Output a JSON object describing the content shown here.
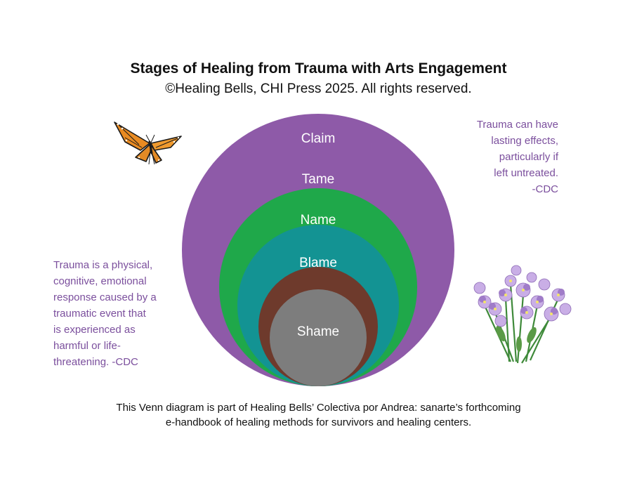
{
  "header": {
    "title": "Stages of Healing from Trauma with Arts Engagement",
    "subtitle": "©Healing Bells, CHI Press 2025. All rights reserved."
  },
  "diagram": {
    "stages": [
      {
        "label": "Claim",
        "color": "#8e5aa8"
      },
      {
        "label": "Tame",
        "color": "#1fa84a"
      },
      {
        "label": "Name",
        "color": "#139393"
      },
      {
        "label": "Blame",
        "color": "#6e3a2c"
      },
      {
        "label": "Shame",
        "color": "#7d7d7d"
      }
    ]
  },
  "quote_right": {
    "lines": [
      "Trauma can have",
      "lasting effects,",
      "particularly if",
      "left untreated.",
      "-CDC"
    ],
    "color": "#7b4f9d"
  },
  "quote_left": {
    "lines": [
      "Trauma is a physical,",
      "cognitive, emotional",
      "response caused by a",
      "traumatic event that",
      "is experienced as",
      "harmful or life-",
      "threatening. -CDC"
    ],
    "color": "#7b4f9d"
  },
  "footer": {
    "line1": "This Venn diagram is part of Healing Bells’ Colectiva por Andrea: sanarte’s forthcoming",
    "line2": "e-handbook of healing methods for survivors and healing centers."
  },
  "decorations": {
    "butterfly": "butterfly-icon",
    "flowers": "violet-flowers-icon"
  }
}
